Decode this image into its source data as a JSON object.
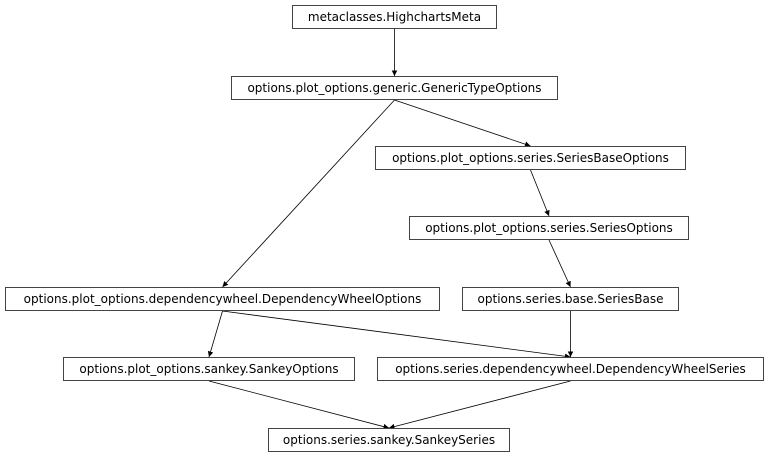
{
  "diagram": {
    "type": "inheritance-graph",
    "nodes": {
      "meta": "metaclasses.HighchartsMeta",
      "generic": "options.plot_options.generic.GenericTypeOptions",
      "series_base_options": "options.plot_options.series.SeriesBaseOptions",
      "series_options": "options.plot_options.series.SeriesOptions",
      "dependencywheel_options": "options.plot_options.dependencywheel.DependencyWheelOptions",
      "series_base": "options.series.base.SeriesBase",
      "sankey_options": "options.plot_options.sankey.SankeyOptions",
      "dependencywheel_series": "options.series.dependencywheel.DependencyWheelSeries",
      "sankey_series": "options.series.sankey.SankeySeries"
    },
    "edges": [
      {
        "from": "meta",
        "to": "generic"
      },
      {
        "from": "generic",
        "to": "series_base_options"
      },
      {
        "from": "generic",
        "to": "dependencywheel_options"
      },
      {
        "from": "series_base_options",
        "to": "series_options"
      },
      {
        "from": "series_options",
        "to": "series_base"
      },
      {
        "from": "dependencywheel_options",
        "to": "sankey_options"
      },
      {
        "from": "dependencywheel_options",
        "to": "dependencywheel_series"
      },
      {
        "from": "series_base",
        "to": "dependencywheel_series"
      },
      {
        "from": "sankey_options",
        "to": "sankey_series"
      },
      {
        "from": "dependencywheel_series",
        "to": "sankey_series"
      }
    ],
    "colors": {
      "edge": "#000000",
      "node_border": "#444444",
      "background": "#ffffff"
    }
  }
}
